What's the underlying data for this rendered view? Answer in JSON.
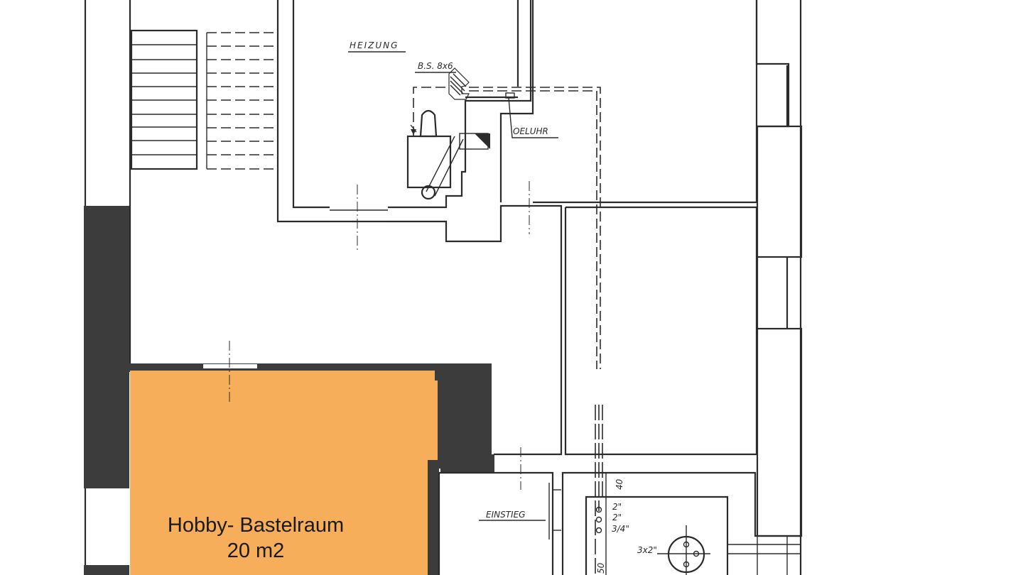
{
  "plan": {
    "labels": {
      "heating": "HEIZUNG",
      "chimney": "B.S. 8x6",
      "oil_meter": "OELUHR",
      "entry": "EINSTIEG",
      "pipe_1": "2\"",
      "pipe_2": "2\"",
      "pipe_3": "3/4\"",
      "pipes_multi": "3x2\"",
      "dim_top": "40",
      "dim_bottom": "50"
    },
    "highlighted_room": {
      "name": "Hobby- Bastelraum",
      "area": "20 m2",
      "color": "#f7ae5b"
    },
    "colors": {
      "wall_fill": "#3c3c3c",
      "line": "#2b2b2b",
      "background": "#ffffff"
    }
  }
}
